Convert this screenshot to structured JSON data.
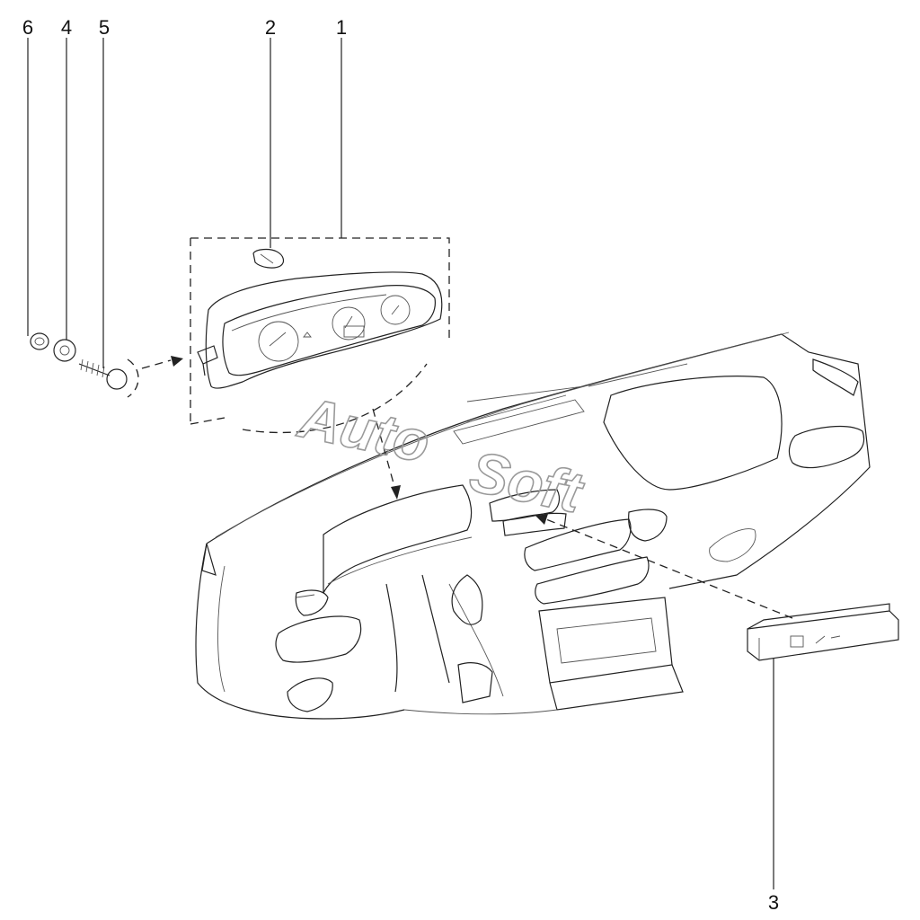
{
  "callouts": [
    {
      "id": "6",
      "label": "6"
    },
    {
      "id": "4",
      "label": "4"
    },
    {
      "id": "5",
      "label": "5"
    },
    {
      "id": "2",
      "label": "2"
    },
    {
      "id": "1",
      "label": "1"
    },
    {
      "id": "3",
      "label": "3"
    }
  ],
  "watermark": {
    "line1": "Auto",
    "line2": "Soft"
  },
  "colors": {
    "line": "#222222",
    "watermark": "#9a9a9a",
    "background": "#ffffff"
  }
}
